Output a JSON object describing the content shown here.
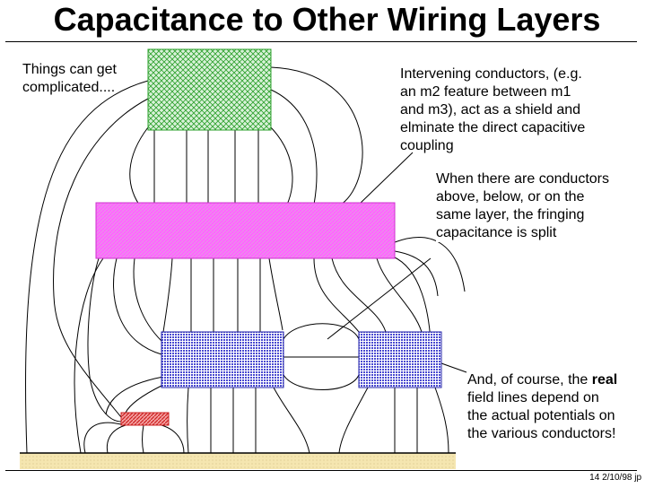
{
  "title": "Capacitance to Other Wiring Layers",
  "notes": {
    "complicated": [
      "Things can get",
      "complicated...."
    ],
    "intervening": [
      "Intervening conductors, (e.g.",
      "an m2 feature between m1",
      "and m3),  act as a shield and",
      "elminate the direct capacitive",
      "coupling"
    ],
    "fringing": [
      "When there are conductors",
      "above, below, or on the",
      "same layer, the fringing",
      "capacitance is split"
    ],
    "real_prefix": "And, of course, the ",
    "real_bold": "real",
    "real_rest": [
      "field lines depend on",
      "the actual potentials on",
      "the various conductors!"
    ]
  },
  "footer": "14  2/10/98  jp",
  "colors": {
    "m3": "#2ca02c",
    "m2": "#ff00ff",
    "m1": "#3333cc",
    "poly": "#cc2222",
    "substrate": "#f5e6b0"
  }
}
